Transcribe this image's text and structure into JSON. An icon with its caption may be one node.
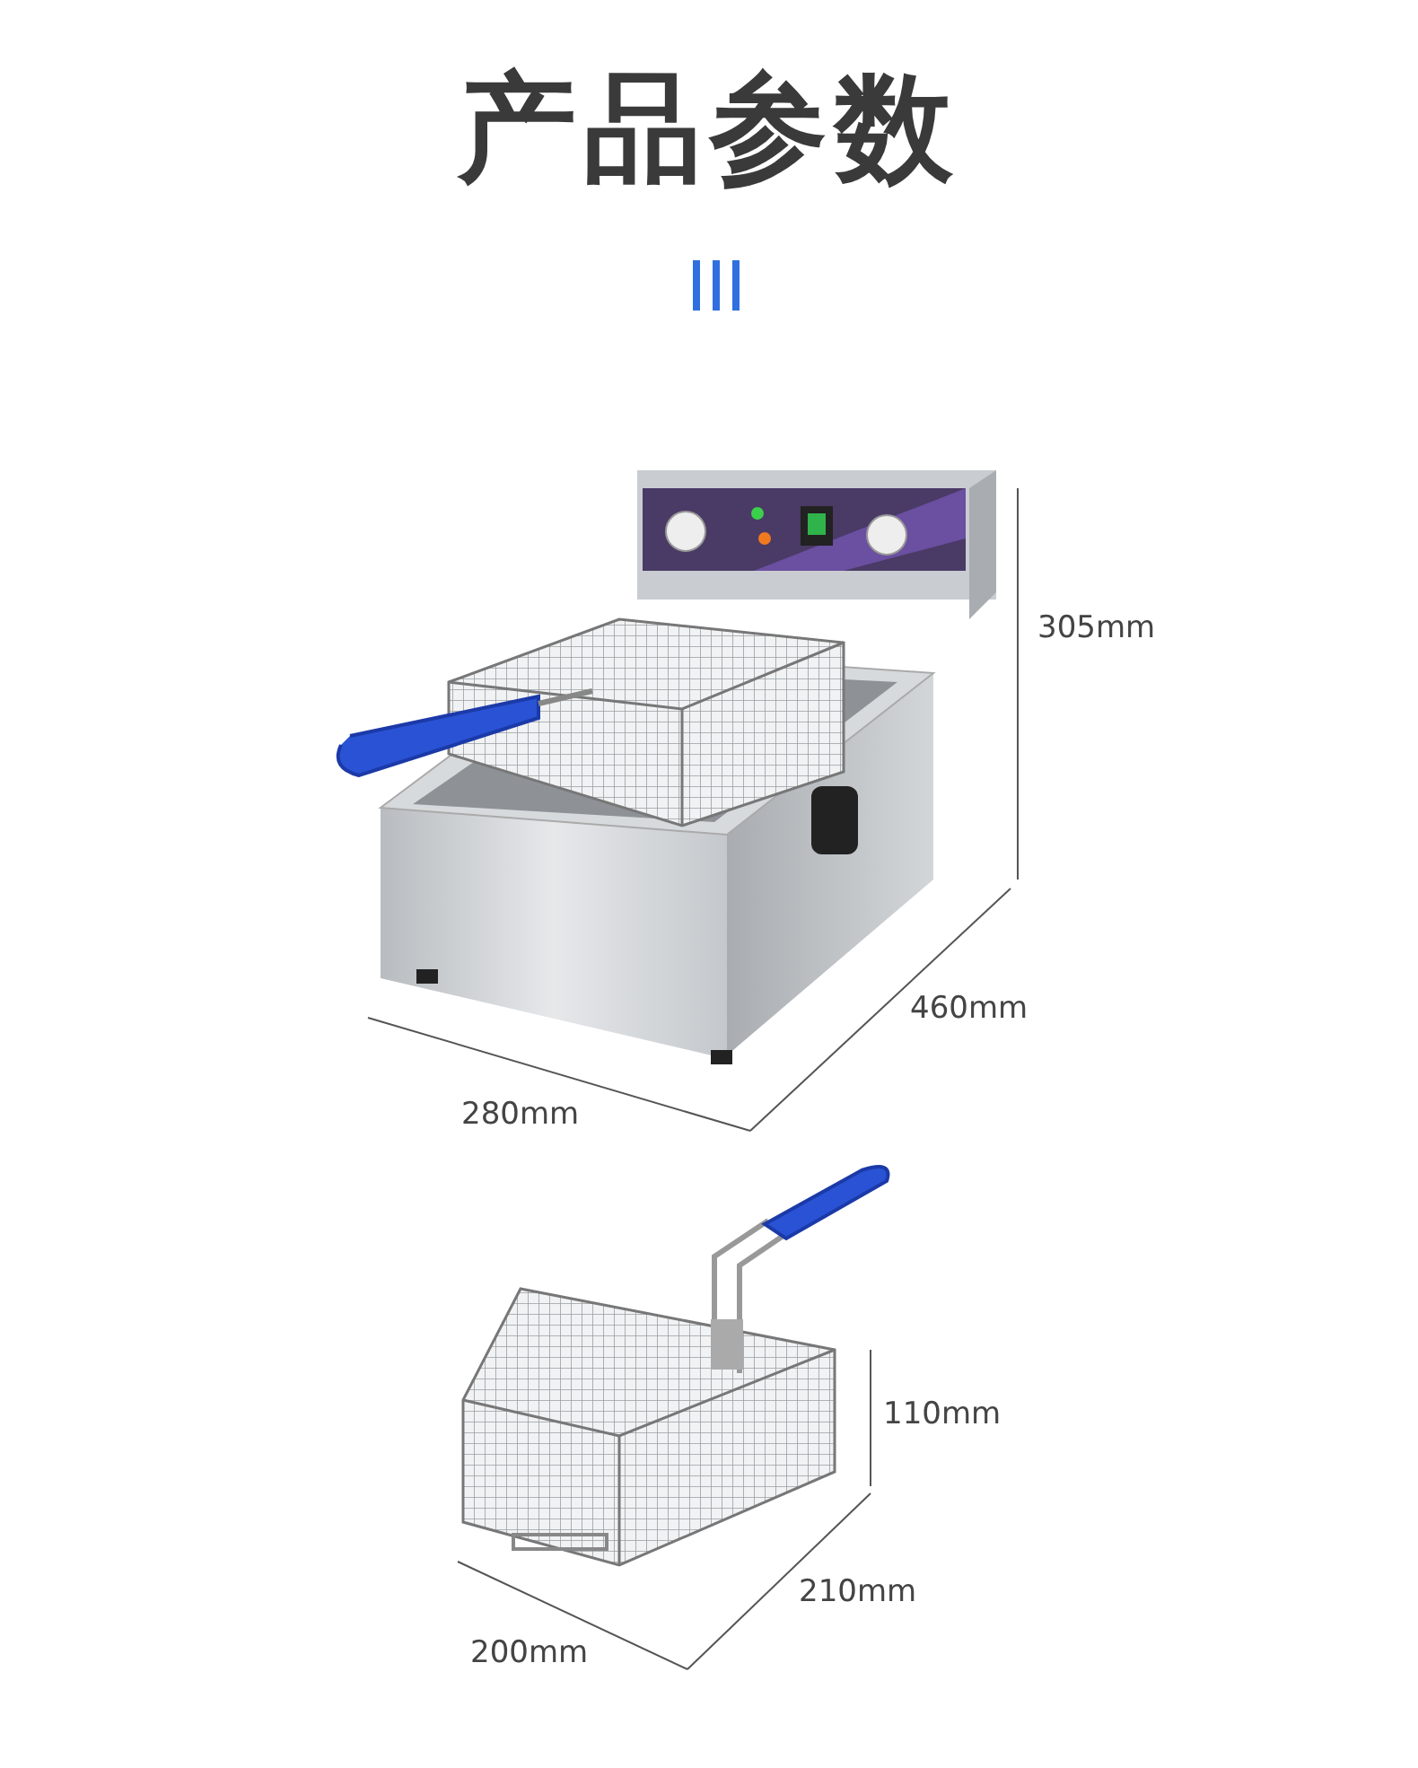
{
  "diagram": {
    "title": "产品参数",
    "labels": [
      "305mm",
      "460mm",
      "280mm",
      "110mm",
      "210mm",
      "200mm"
    ]
  }
}
